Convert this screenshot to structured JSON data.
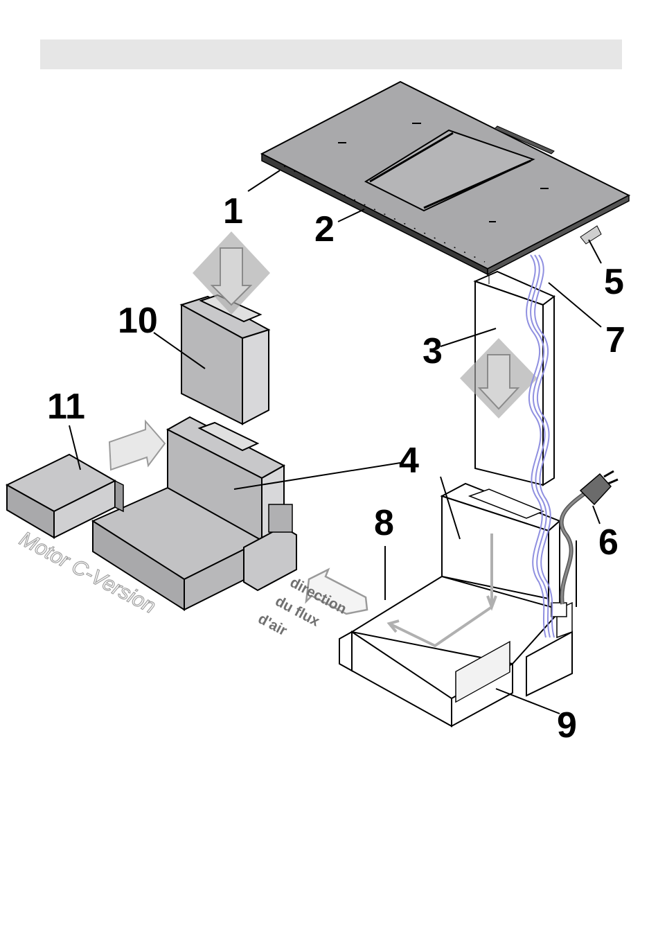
{
  "callouts": [
    "1",
    "2",
    "3",
    "4",
    "5",
    "6",
    "7",
    "8",
    "9",
    "10",
    "11"
  ],
  "airflow_label": [
    "direction",
    "du flux",
    "d'air"
  ],
  "motor_label": "Motor C-Version",
  "colors": {
    "header_bar": "#e6e6e6",
    "panel_fill": "#a9a9ab",
    "duct_fill": "#ffffff",
    "cable_blue": "#8f8fe0",
    "arrow_gray": "#a8a8a8",
    "line": "#000000"
  }
}
